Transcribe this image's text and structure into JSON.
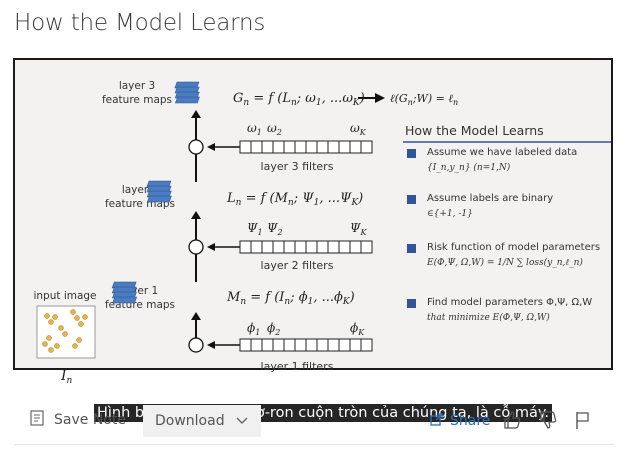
{
  "page": {
    "title": "How the Model Learns"
  },
  "slide": {
    "layer3_label": [
      "layer 3",
      "feature maps"
    ],
    "layer2_label": [
      "layer 2",
      "feature maps"
    ],
    "layer1_label": [
      "layer 1",
      "feature maps"
    ],
    "input_label": "input image",
    "input_var": "I",
    "input_sub": "n",
    "eq3_lhs": "G",
    "eq3": "= f (L",
    "eq3_args": "; ω",
    "eq3_tail": ", ...ω",
    "loss_fn": "ℓ(G",
    "loss_mid": ";W) = ℓ",
    "w_labels": [
      "ω",
      "ω",
      "ω"
    ],
    "w_subs": [
      "1",
      "2",
      "K"
    ],
    "layer3_filters": "layer 3 filters",
    "eq2_lhs": "L",
    "eq2": "= f (M",
    "eq2_args": "; Ψ",
    "eq2_tail": ", ...Ψ",
    "psi_labels": [
      "Ψ",
      "Ψ",
      "Ψ"
    ],
    "layer2_filters": "layer 2 filters",
    "eq1_lhs": "M",
    "eq1": "= f (I",
    "eq1_args": "; ϕ",
    "eq1_tail": ", ...ϕ",
    "phi_labels": [
      "ϕ",
      "ϕ",
      "ϕ"
    ],
    "layer1_filters": "layer 1 filters",
    "panel_title": "How the Model Learns",
    "bullets": [
      {
        "text": "Assume we have labeled data",
        "sub": "{I_n,y_n} (n=1,N)"
      },
      {
        "text": "Assume labels are binary",
        "sub": "∈{+1, -1}"
      },
      {
        "text": "Risk function of model parameters",
        "sub": "E(Φ,Ψ, Ω,W) = 1/N ∑ loss(y_n,ℓ_n)"
      },
      {
        "text": "Find model parameters Φ,Ψ, Ω,W",
        "sub": "that minimize E(Φ,Ψ, Ω,W)"
      }
    ],
    "bullet_color": "#2f5597"
  },
  "subtitle": "Hình bên trái, mạng nơ-ron cuộn tròn của chúng ta, là cỗ máy.",
  "toolbar": {
    "save_note": "Save Note",
    "download": "Download",
    "share": "Share"
  }
}
